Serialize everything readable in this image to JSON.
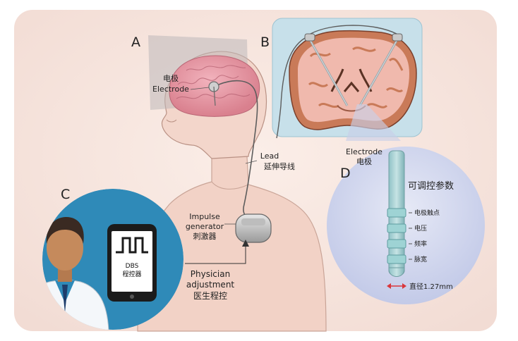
{
  "panels": {
    "a": {
      "letter": "A"
    },
    "b": {
      "letter": "B"
    },
    "c": {
      "letter": "C"
    },
    "d": {
      "letter": "D"
    }
  },
  "labels": {
    "electrode_cn": "电极",
    "electrode_en": "Electrode",
    "lead_en": "Lead",
    "lead_cn": "延伸导线",
    "generator_line1": "Impulse",
    "generator_line2": "generator",
    "generator_cn": "刺激器",
    "physician_line1": "Physician",
    "physician_line2": "adjustment",
    "physician_cn": "医生程控",
    "electrode2_en": "Electrode",
    "electrode2_cn": "电极"
  },
  "phone": {
    "line1": "DBS",
    "line2": "程控器"
  },
  "params": {
    "title": "可调控参数",
    "items": [
      "电极触点",
      "电压",
      "频率",
      "脉宽"
    ],
    "diameter": "直径1.27mm"
  },
  "colors": {
    "background": "#f6e3dc",
    "circle_c": "#2f8ab8",
    "circle_d": "#cdd3ec",
    "brain": "#e79aa6",
    "lead": "#5d5d5d"
  }
}
